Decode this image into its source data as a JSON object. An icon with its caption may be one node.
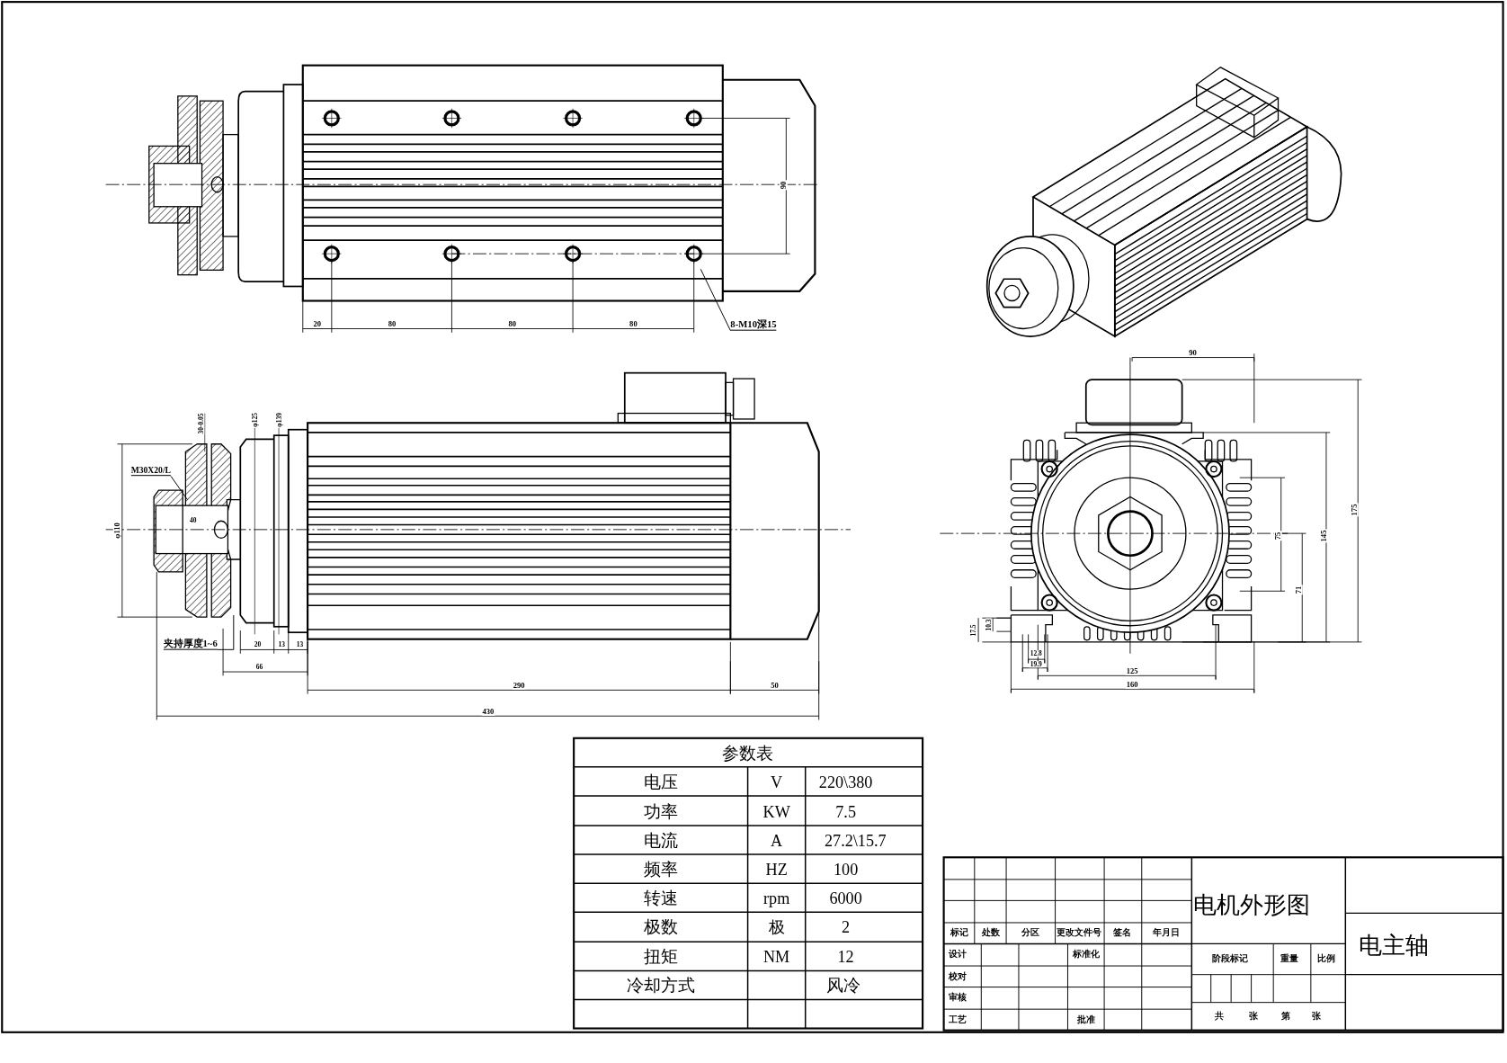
{
  "diagram": {
    "nodes": [
      {
        "text": [
          "8-M10深15"
        ]
      },
      {
        "text": [
          "M30X20/L"
        ]
      },
      {
        "text": [
          "夹持厚度1~6"
        ]
      }
    ],
    "edges": [
      {
        "from": 0,
        "to": null,
        "arrow": "none"
      },
      {
        "from": 1,
        "to": null,
        "arrow": "none"
      },
      {
        "from": 2,
        "to": null,
        "arrow": "none"
      }
    ],
    "labels": [
      "90",
      "20",
      "80",
      "80",
      "80",
      "30-0.05",
      "φ125",
      "φ139",
      "φ110",
      "40",
      "20",
      "13",
      "13",
      "66",
      "290",
      "50",
      "430",
      "90",
      "175",
      "145",
      "75",
      "71",
      "17.5",
      "10.3",
      "12.8",
      "19.9",
      "125",
      "160",
      "参数表",
      "电压",
      "V",
      "220\\380",
      "功率",
      "KW",
      "7.5",
      "电流",
      "A",
      "27.2\\15.7",
      "频率",
      "HZ",
      "100",
      "转速",
      "rpm",
      "6000",
      "极数",
      "极",
      "2",
      "扭矩",
      "NM",
      "12",
      "冷却方式",
      "风冷",
      "电机外形图",
      "电主轴",
      "标记",
      "处数",
      "分区",
      "更改文件号",
      "签名",
      "年月日",
      "设计",
      "标准化",
      "阶段标记",
      "重量",
      "比例",
      "校对",
      "审核",
      "工艺",
      "批准",
      "共",
      "张",
      "第",
      "张"
    ]
  }
}
